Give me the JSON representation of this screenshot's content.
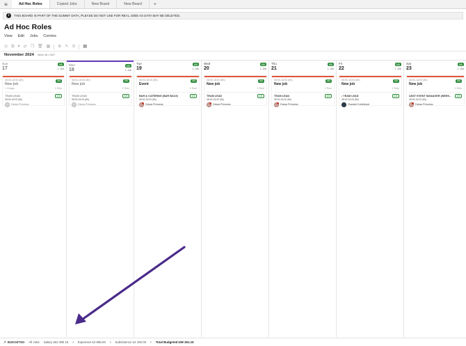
{
  "tabs": [
    {
      "label": "Ad Hoc Roles",
      "active": true
    },
    {
      "label": "Copied Jobs",
      "active": false
    },
    {
      "label": "New Board",
      "active": false
    },
    {
      "label": "New Board",
      "active": false
    }
  ],
  "tab_add": "+",
  "banner": {
    "text": "THIS BOARD IS PART OF THE DUMMY DATA, PLEASE DO NOT USE FOR REAL JOBS AS DATA MAY BE DELETED."
  },
  "page_title": "Ad Hoc Roles",
  "menu": [
    "View",
    "Edit",
    "Jobs",
    "Comms"
  ],
  "month": "November 2024",
  "week": "Week 46 • GMT",
  "days": [
    {
      "name": "Sun",
      "num": "17",
      "badge": "1/1",
      "jobs": "1 Job",
      "job": {
        "time": "08:00-16:00 (8h)",
        "badge": "1/1",
        "title": "New job",
        "loc": "Gorgio",
        "roles": "1 Role",
        "role": {
          "name": "TEAM LEAD",
          "badge": "1/1",
          "time": "08:00-16:00 (8h)",
          "person": "Diana Princess"
        }
      }
    },
    {
      "name": "Mon",
      "num": "18",
      "badge": "1/1",
      "jobs": "1 Job",
      "job": {
        "time": "08:00-16:00 (8h)",
        "badge": "1/1",
        "title": "New job",
        "loc": "",
        "roles": "1 Role",
        "role": {
          "name": "TEAM LEAD",
          "badge": "1/1",
          "time": "08:00-16:00 (8h)",
          "person": "Diana Princess"
        }
      }
    },
    {
      "name": "Tue",
      "num": "19",
      "badge": "1/1",
      "jobs": "1 Job",
      "job": {
        "time": "08:00-16:00 (8h)",
        "badge": "1/1",
        "title": "Event",
        "loc": "",
        "roles": "1 Role",
        "role": {
          "name": "BAR & CATERING (BAR BACK)",
          "badge": "1/1",
          "time": "08:00-16:00 (8h)",
          "person": "Diana Princess"
        }
      }
    },
    {
      "name": "Wed",
      "num": "20",
      "badge": "1/1",
      "jobs": "1 Job",
      "job": {
        "time": "08:00-16:00 (8h)",
        "badge": "1/1",
        "title": "New job",
        "loc": "",
        "roles": "1 Role",
        "role": {
          "name": "TEAM LEAD",
          "badge": "1/1",
          "time": "08:00-16:00 (8h)",
          "person": "Diana Princess"
        }
      }
    },
    {
      "name": "Thu",
      "num": "21",
      "badge": "1/1",
      "jobs": "1 Job",
      "job": {
        "time": "08:00-16:00 (8h)",
        "badge": "1/1",
        "title": "New job",
        "loc": "",
        "roles": "1 Role",
        "role": {
          "name": "TEAM LEAD",
          "badge": "1/1",
          "time": "08:00-16:00 (8h)",
          "person": "Diana Princess"
        }
      }
    },
    {
      "name": "Fri",
      "num": "22",
      "badge": "1/1",
      "jobs": "1 Job",
      "job": {
        "time": "08:00-16:00 (8h)",
        "badge": "1/1",
        "title": "New job",
        "loc": "",
        "roles": "1 Role",
        "role": {
          "name": "• TEAM LEAD",
          "badge": "1/1",
          "time": "08:00-16:00 (8h)",
          "person": "Oswald Cobblepot"
        }
      }
    },
    {
      "name": "Sat",
      "num": "23",
      "badge": "1/1",
      "jobs": "1 Job",
      "job": {
        "time": "08:00-16:00 (8h)",
        "badge": "1/1",
        "title": "New job",
        "loc": "",
        "roles": "1 Role",
        "role": {
          "name": "ASST EVENT MANAGER (WEEK...",
          "badge": "1/1",
          "time": "08:00-16:00 (8h)",
          "person": "Diana Princess"
        }
      }
    }
  ],
  "footer": {
    "budgeted": "BUDGETED",
    "jobs": "All Jobs",
    "salary": "Salary £52 380.15",
    "expenses": "Expenses £2 685.00",
    "subsistence": "Subsistence £2 190.00",
    "total": "Total Budgeted £59 261.15"
  },
  "colors": {
    "accent": "#6b3fc1",
    "success": "#2e8b3a",
    "job_stripe": "#e2553a"
  },
  "icons": [
    "menu-icon",
    "info-icon",
    "location-pin-icon",
    "calendar-icon",
    "trending-icon"
  ]
}
